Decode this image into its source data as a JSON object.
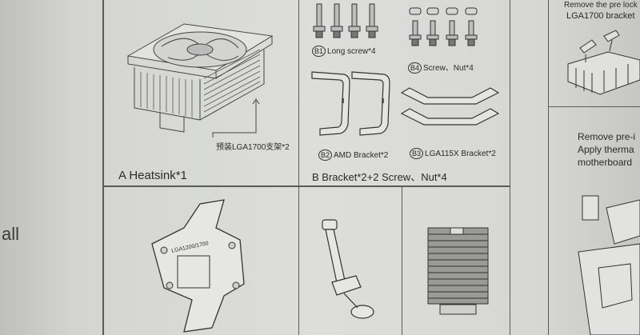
{
  "left_edge_text": "all",
  "panel_a": {
    "caption": "A Heatsink*1",
    "callout": "预装LGA1700支架*2"
  },
  "panel_b": {
    "caption": "B Bracket*2+2 Screw、Nut*4",
    "b1_id": "B1",
    "b1_label": "Long screw*4",
    "b4_id": "B4",
    "b4_label": "Screw、Nut*4",
    "b2_id": "B2",
    "b2_label": "AMD Bracket*2",
    "b3_id": "B3",
    "b3_label": "LGA115X Bracket*2"
  },
  "backplate_label": "LGA1200/1700",
  "right_panel": {
    "top_line1": "Remove the pre lock",
    "top_line2": "LGA1700 bracket",
    "lower_line1": "Remove pre-i",
    "lower_line2": "Apply therma",
    "lower_line3": "motherboard"
  },
  "colors": {
    "paper": "#dddedc",
    "ink": "#2b2b2b",
    "line": "#5a5a5a",
    "background": "#c9cac8"
  }
}
